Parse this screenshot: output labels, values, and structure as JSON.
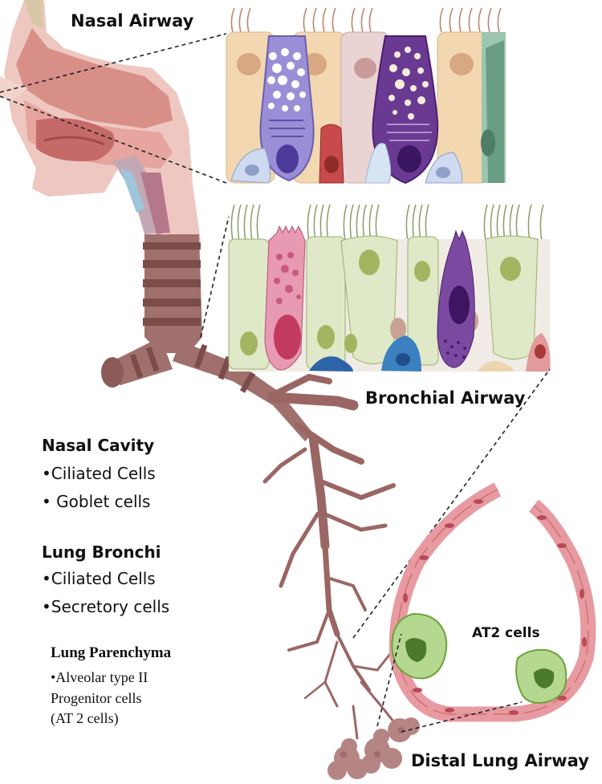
{
  "panels": {
    "nasal_airway_title": "Nasal Airway",
    "bronchial_airway_title": "Bronchial Airway",
    "distal_airway_title": "Distal Lung Airway",
    "at2_label": "AT2 cells"
  },
  "legend": {
    "nasal_cavity": {
      "heading": "Nasal Cavity",
      "items": [
        "•Ciliated Cells",
        "• Goblet  cells"
      ]
    },
    "lung_bronchi": {
      "heading": "Lung Bronchi",
      "items": [
        "•Ciliated Cells",
        "•Secretory cells"
      ]
    },
    "lung_parenchyma": {
      "heading": "Lung Parenchyma",
      "items": [
        "•Alveolar type II",
        "Progenitor cells",
        "(AT 2 cells)"
      ]
    }
  },
  "colors": {
    "tissue_pink": "#d99a93",
    "airway_tube": "#a0706c",
    "trachea_band_dark": "#7a4d4a",
    "nasal_purple": "#8f7fc6",
    "goblet_dark": "#5b2d7a",
    "bronchial_green": "#dfe9c8",
    "alveolar_pink": "#e79aa0",
    "at2_green": "#b4d88f"
  }
}
